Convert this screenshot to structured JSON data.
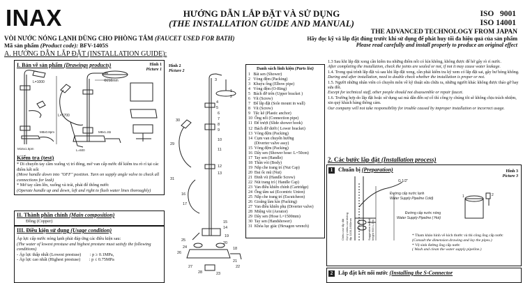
{
  "header": {
    "logo": "INAX",
    "title_vn": "HƯỚNG DẪN LẮP ĐẶT VÀ SỬ DỤNG",
    "title_en": "(THE INSTALLATION GUIDE AND MANUAL)",
    "iso1": "ISO   9001",
    "iso2": "ISO 14001",
    "product_line": "VÒI NƯỚC NÓNG LẠNH DÙNG CHO PHÒNG TẮM",
    "product_line_en": "(FAUCET USED FOR BATH)",
    "product_code_label": "Mã sản phẩm",
    "product_code_en": "(Product code):",
    "product_code": "BFV-1405S",
    "tagline": "THE ADVANCED TECHNOLOGY FROM JAPAN",
    "read_vn": "Hãy đọc kỹ và lắp đặt đúng trước khi sử dụng để phát huy tối đa hiệu quả của sản phẩm",
    "read_en": "Please read carefully and install properly to produce an original effect"
  },
  "section_a": "A. HƯỚNG DẪN LẮP ĐẶT (INSTALLATION GUIDE):",
  "sec1": {
    "title": "I. Bản vẽ sản phẩm",
    "title_en": "(Drawings products)",
    "fig1": "Hình 1",
    "fig1_en": "Picture 1",
    "dims": [
      "L=1000",
      "Φ210mm",
      "L=1700",
      "M8x0.8pm",
      "M16x1.5pm",
      "M8x1.2Ω",
      "L=600"
    ]
  },
  "test": {
    "title": "Kiểm tra (test)",
    "lines": [
      "* Di chuyển tay cầm xuống vị trí đóng, mở van cấp nước để kiểm tra rò rỉ tại các điểm kết nối",
      "(Move handle down into \"OFF\" position.  Turn on supply angle valve to check all connections for leak)",
      "* Mở tay cầm lên, xuống và trái, phải để thông nước",
      "(Operate handle up and down, left and right to flush water lines thoroughly)"
    ]
  },
  "sec2": {
    "title": "II. Thành phần chính",
    "title_en": "(Main composition)",
    "value": "Đồng (Copper)"
  },
  "sec3": {
    "title": "III. Điều kiện sử dụng",
    "title_en": "(Usage condition)",
    "lines": [
      "Áp lực cấp nước nóng lạnh phải đáp ứng các điều kiện sau:",
      "(The water of  lowest prestuse and highest presture must satisfy the following conditions)",
      "- Áp lực thấp nhất (Lowest prestuse)        : p ≥ 0.1MPa,",
      "- Áp lực cao nhất (Highest prestuse)        : p ≤ 0.75MPa"
    ]
  },
  "fig2": {
    "label": "Hình 2",
    "label_en": "Picture 2",
    "callouts": [
      "1",
      "2",
      "3",
      "4",
      "5",
      "6",
      "7",
      "8",
      "9",
      "10",
      "11",
      "12",
      "13",
      "14",
      "15",
      "16",
      "17",
      "18",
      "19",
      "20",
      "21",
      "22",
      "23",
      "24",
      "25",
      "26",
      "27",
      "28",
      "29",
      "30",
      "31"
    ]
  },
  "parts": {
    "title": "Danh sách linh kiện",
    "title_en": "(Parts list)",
    "items": [
      "1   Bát sen (Shower)",
      "2   Vòng đệm (Packing)",
      "3   Khuỷu ống (Elbow pipe)",
      "4   Vòng đệm (O-Ring)",
      "5   Bách đỡ trên (Upper bracket )",
      "6   Vít (Screw)",
      "7   Đế lắp đặt (Sole mount in wall)",
      "8   Vít (Screw)",
      "9   Tắc kê (Plastic anchor)",
      "10  Ống nối (Connection pipe)",
      "11  Đế trượt (Slide shower hook)",
      "12  Bách đỡ dưới ( Lower bracket)",
      "13  Vòng đệm (Packing)",
      "14  Cụm van chuyển hướng",
      "      (Diverter valve assy)",
      "15  Vòng đệm (Packing)",
      "16  Dây sen (Shower hose: L=50cm)",
      "17  Tay sen (Handle)",
      "18  Thân vòi (Body)",
      "19  Nắp che trang trí (Nut Cap)",
      "20  Đai ốc mũ (Nut)",
      "21  Đinh vít (Handle Screw)",
      "22  Nút trang trí ( Handle Cap)",
      "23  Van điều khiển chính (Cartridge)",
      "24  Ống tâm sai (Eccentric Union)",
      "25  Nắp che trang trí (Escutcheon)",
      "26  Gioăng làm kín (Packing)",
      "27  Van điều khiển phụ (Diverter valve)",
      "28  Miệng vòi (Aerator)",
      "29  Dây sen (Hose L=1500mm)",
      "30  Tay sen (Handshower)",
      "31  Khóa lục giác (Hexagon wrench)"
    ]
  },
  "notes": {
    "lines": [
      "1.3  Sau khi lắp đặt xong cần kiểm tra những điểm nối có kín không, không được để hở gây rò rỉ nước.",
      "After completing the installation, check the joints are sealed or not, if not it may cause water leakage.",
      "1.4.  Trong quá trình lắp đặt và sau khi lắp đặt xong, cần phải kiểm tra kỹ xem có lắp đặt sai, gây hư hỏng không.",
      "During and after installation, need to double check whether the installation is proper or not.",
      "1.5.  Người những nhân viên có chuyên môn về kỹ thuật sửa chữa ra, những người khác không được tháo gỡ hay sửa đổi.",
      "Except for technical staff, other people should not disassemble or repair faucet.",
      "1.6.  Trường hợp do lắp đặt hoặc sử dụng sai mà dẫn đến sự cố thì công ty chúng tôi sẽ không chịu trách nhiệm, xin quý khách hàng thông cảm.",
      "Our company will not take responsibility for trouble caused by improper installation or incorrect usage."
    ]
  },
  "sec_c": {
    "title": "2.  Các bước lắp đặt",
    "title_en": "(Installation process)"
  },
  "step1": {
    "num": "1",
    "title": "Chuẩn bị",
    "title_en": "(Preparation)",
    "fig3": "Hình 3",
    "fig3_en": "Picture 3",
    "g12": "G 1/2\"",
    "cold_vn": "Đường cấp nước lạnh",
    "cold_en": "Water Supply Pipeline Cold)",
    "hot_vn": "Đường cấp nước nóng",
    "hot_en": "Water Supply Pipeline ( Hot)",
    "v1": "Chiều cao lắp đặt",
    "v2": "Gợi ý chiều cao không",
    "v3": "lắp 1100-1600mm",
    "v4": "Suggestion install",
    "v5": "height 900 1-2 m",
    "n1": "* Tham khảo hình vẽ kích thước và thi công ống cấp nước",
    "n1_en": "(Consult the dimension drawing and lay the pipes.)",
    "n2": "* Vệ sinh đường ống cấp nước",
    "n2_en": "( Wash and clean the water supply pipeline.)"
  },
  "step2": {
    "num": "2",
    "title": "Lắp đặt kết nối nước",
    "title_en": "(Installing the S-Connector"
  }
}
